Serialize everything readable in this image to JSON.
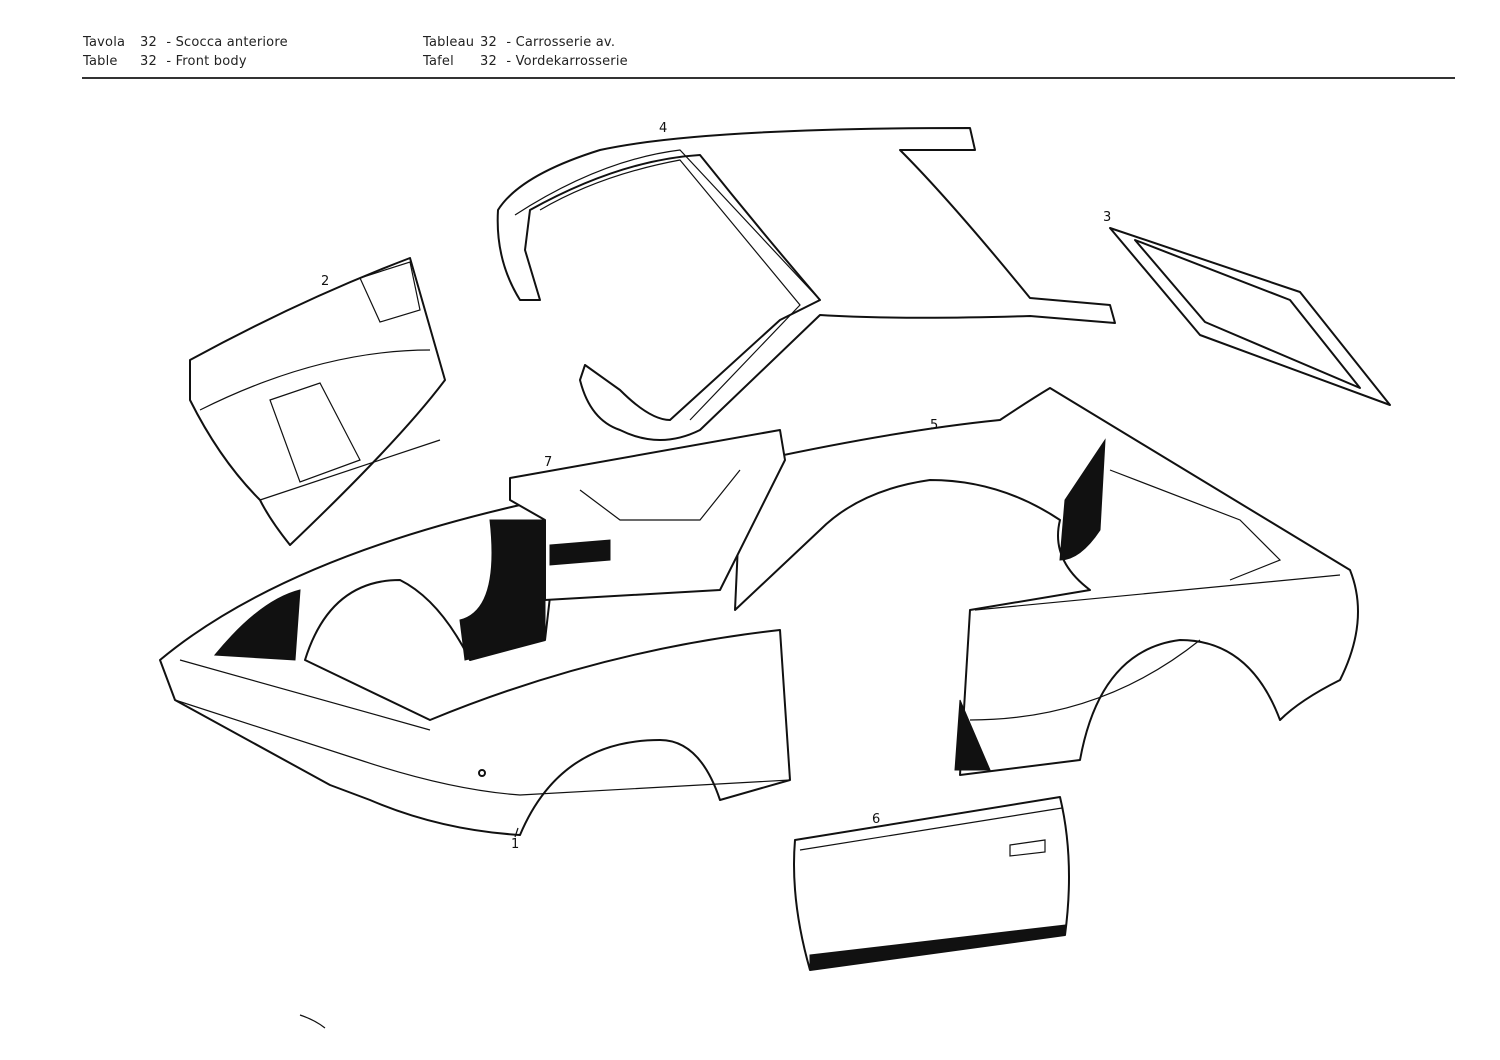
{
  "header": {
    "left": [
      {
        "word": "Tavola",
        "num": "32",
        "title": "- Scocca anteriore"
      },
      {
        "word": "Table",
        "num": "32",
        "title": "- Front body"
      }
    ],
    "right": [
      {
        "word": "Tableau",
        "num": "32",
        "title": "- Carrosserie av."
      },
      {
        "word": "Tafel",
        "num": "32",
        "title": "- Vordekarrosserie"
      }
    ]
  },
  "callouts": [
    "1",
    "2",
    "3",
    "4",
    "5",
    "6",
    "7"
  ],
  "parts": [
    "front-body-shell",
    "bonnet",
    "rear-window-frame",
    "roof",
    "side-body-panel",
    "door-outer-skin",
    "door-inner-panel"
  ]
}
